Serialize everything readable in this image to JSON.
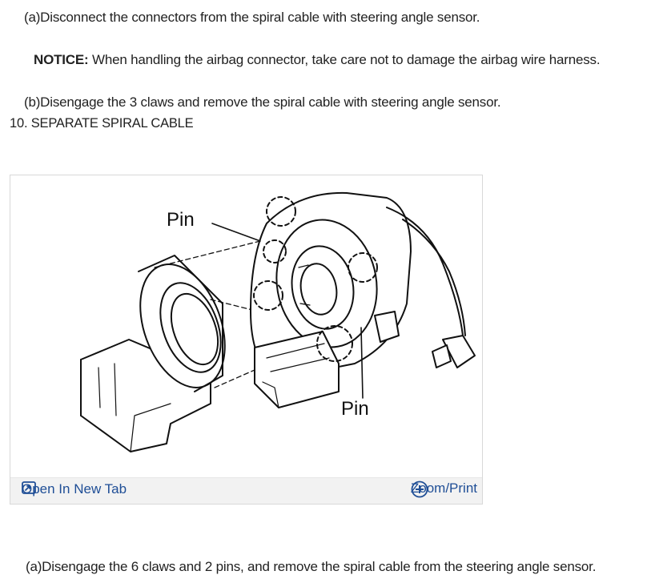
{
  "steps": {
    "a1": "(a)Disconnect the connectors from the spiral cable with steering angle sensor.",
    "notice_label": "NOTICE:",
    "notice_text": " When handling the airbag connector, take care not to damage the airbag wire harness.",
    "b": "(b)Disengage the 3 claws and remove the spiral cable with steering angle sensor.",
    "heading": "10. SEPARATE SPIRAL CABLE",
    "a2": "(a)Disengage the 6 claws and 2 pins, and remove the spiral cable from the steering angle sensor."
  },
  "figure": {
    "labels": {
      "pin_top": "Pin",
      "pin_bottom": "Pin"
    },
    "open_tab_label": "Open In New Tab",
    "zoom_label": "Zoom/Print",
    "icons": {
      "open_tab": "open-new-tab-icon",
      "zoom": "zoom-plus-icon"
    },
    "accent_color": "#1f4e96"
  }
}
